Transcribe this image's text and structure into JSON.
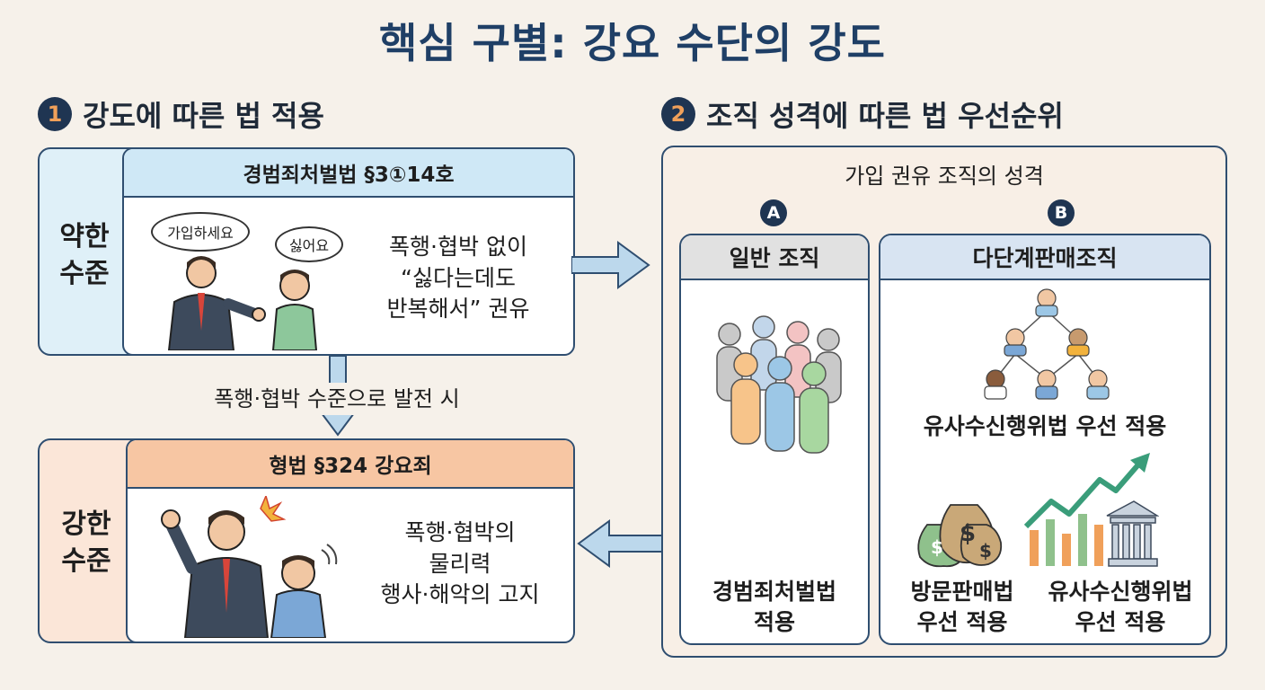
{
  "page_title": "핵심 구별: 강요 수단의 강도",
  "section1": {
    "number": "1",
    "heading": "강도에 따른 법 적용",
    "weak": {
      "level_label_line1": "약한",
      "level_label_line2": "수준",
      "card_title": "경범죄처벌법 §3①14호",
      "bubble_left": "가입하세요",
      "bubble_right": "싫어요",
      "desc_line1": "폭행·협박 없이",
      "desc_line2": "“싫다는데도",
      "desc_line3": "반복해서” 권유"
    },
    "transition_label": "폭행·협박 수준으로 발전 시",
    "strong": {
      "level_label_line1": "강한",
      "level_label_line2": "수준",
      "card_title": "형법 §324 강요죄",
      "desc_line1": "폭행·협박의",
      "desc_line2": "물리력",
      "desc_line3": "행사·해악의 고지"
    }
  },
  "section2": {
    "number": "2",
    "heading": "조직 성격에 따른 법 우선순위",
    "box_title": "가입 권유 조직의 성격",
    "org_a": {
      "letter": "A",
      "title": "일반 조직",
      "result_line1": "경범죄처벌법",
      "result_line2": "적용"
    },
    "org_b": {
      "letter": "B",
      "title": "다단계판매조직",
      "result_main": "유사수신행위법 우선 적용",
      "result_left_line1": "방문판매법",
      "result_left_line2": "우선 적용",
      "result_right_line1": "유사수신행위법",
      "result_right_line2": "우선 적용"
    }
  },
  "colors": {
    "navy": "#1f3f66",
    "border": "#2f4e70",
    "weak_tint": "#dff0f8",
    "weak_header": "#cfe8f6",
    "strong_tint": "#fbe6d8",
    "strong_header": "#f7c6a3",
    "org_a_header": "#e1e1e1",
    "org_b_header": "#d8e4f2",
    "arrow_fill": "#bcd8ec"
  },
  "icons": [
    "speech-bubble-icon",
    "person-icon",
    "crowd-icon",
    "pyramid-network-icon",
    "money-bag-icon",
    "growth-chart-icon",
    "bank-building-icon",
    "arrow-icon"
  ]
}
